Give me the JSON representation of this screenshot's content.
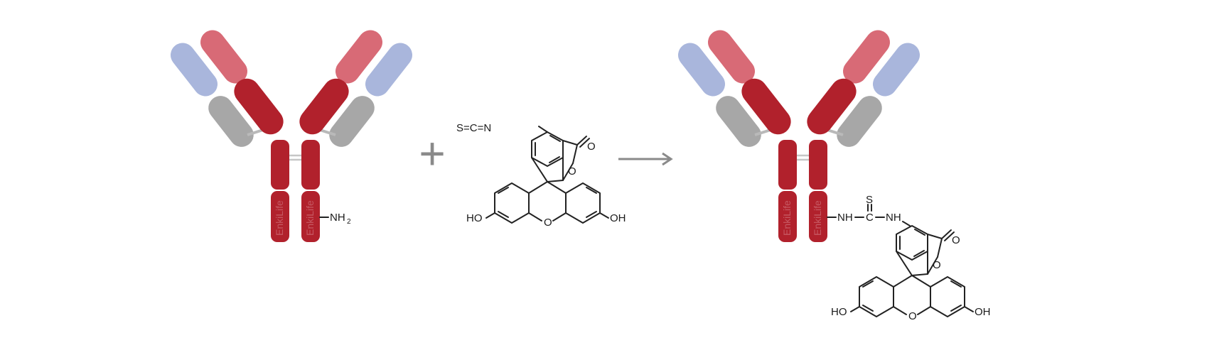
{
  "colors": {
    "heavy_chain": "#b1212c",
    "heavy_light": "#d86a76",
    "light_chain": "#a9b6dc",
    "constant_light": "#a7a7a7",
    "arrow": "#8a8a8a",
    "bond": "#222222"
  },
  "reactant_antibody": {
    "chain_label": "EnkiLife",
    "amine_group": "NH",
    "amine_subscript": "2"
  },
  "plus_sign": "+",
  "fitc": {
    "isothiocyanate": "S=C=N",
    "carbonyl_oxygen": "O",
    "lactone_oxygen": "O",
    "xanthene_oxygen": "O",
    "hydroxyl_left": "HO",
    "hydroxyl_right": "OH"
  },
  "arrow_icon": "reaction-arrow",
  "product_antibody": {
    "chain_label": "EnkiLife",
    "linker_nh_left": "NH",
    "linker_c": "C",
    "linker_s": "S",
    "linker_nh_right": "NH",
    "carbonyl_oxygen": "O",
    "lactone_oxygen": "O",
    "xanthene_oxygen": "O",
    "hydroxyl_left": "HO",
    "hydroxyl_right": "OH"
  }
}
